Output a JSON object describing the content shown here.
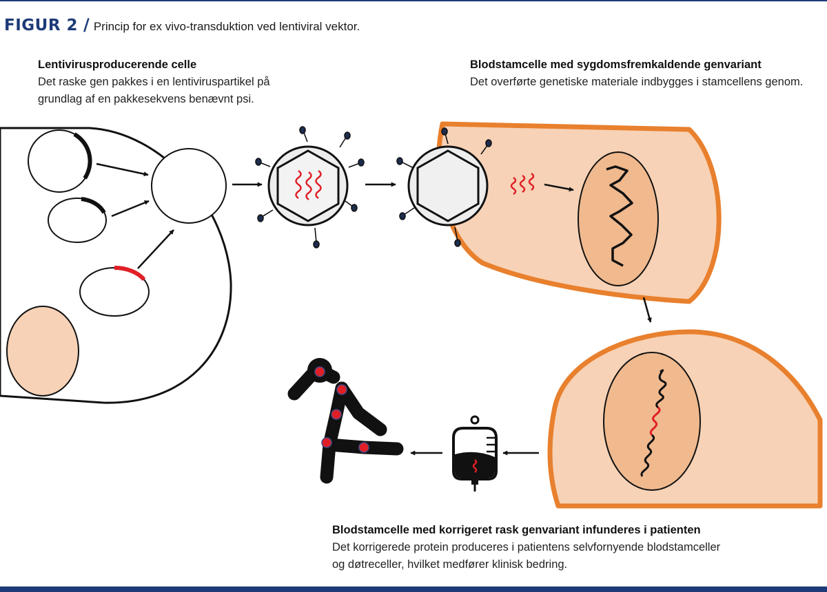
{
  "figure": {
    "label": "FIGUR 2",
    "slash": "/",
    "title": "Princip for ex vivo-transduktion ved lentiviral vektor."
  },
  "captions": {
    "producer": {
      "heading": "Lentivirusproducerende celle",
      "line1": "Det raske gen pakkes i en lentiviruspartikel på",
      "line2": "grundlag af en pakkesekvens benævnt psi."
    },
    "stemcell": {
      "heading": "Blodstamcelle med sygdomsfremkaldende genvariant",
      "line1": "Det overførte genetiske materiale indbygges i stamcellens genom."
    },
    "corrected": {
      "heading": "Blodstamcelle med korrigeret rask genvariant infunderes i patienten",
      "line1": "Det korrigerede protein produceres i patientens selvfornyende blodstamceller",
      "line2": "og døtreceller, hvilket medfører klinisk bedring."
    }
  },
  "colors": {
    "accent_blue": "#1d3b78",
    "cell_orange": "#e8802e",
    "cytoplasm": "#f7d2b6",
    "nucleus": "#f0b98e",
    "gene_red": "#e01f26",
    "outline": "#111111"
  }
}
